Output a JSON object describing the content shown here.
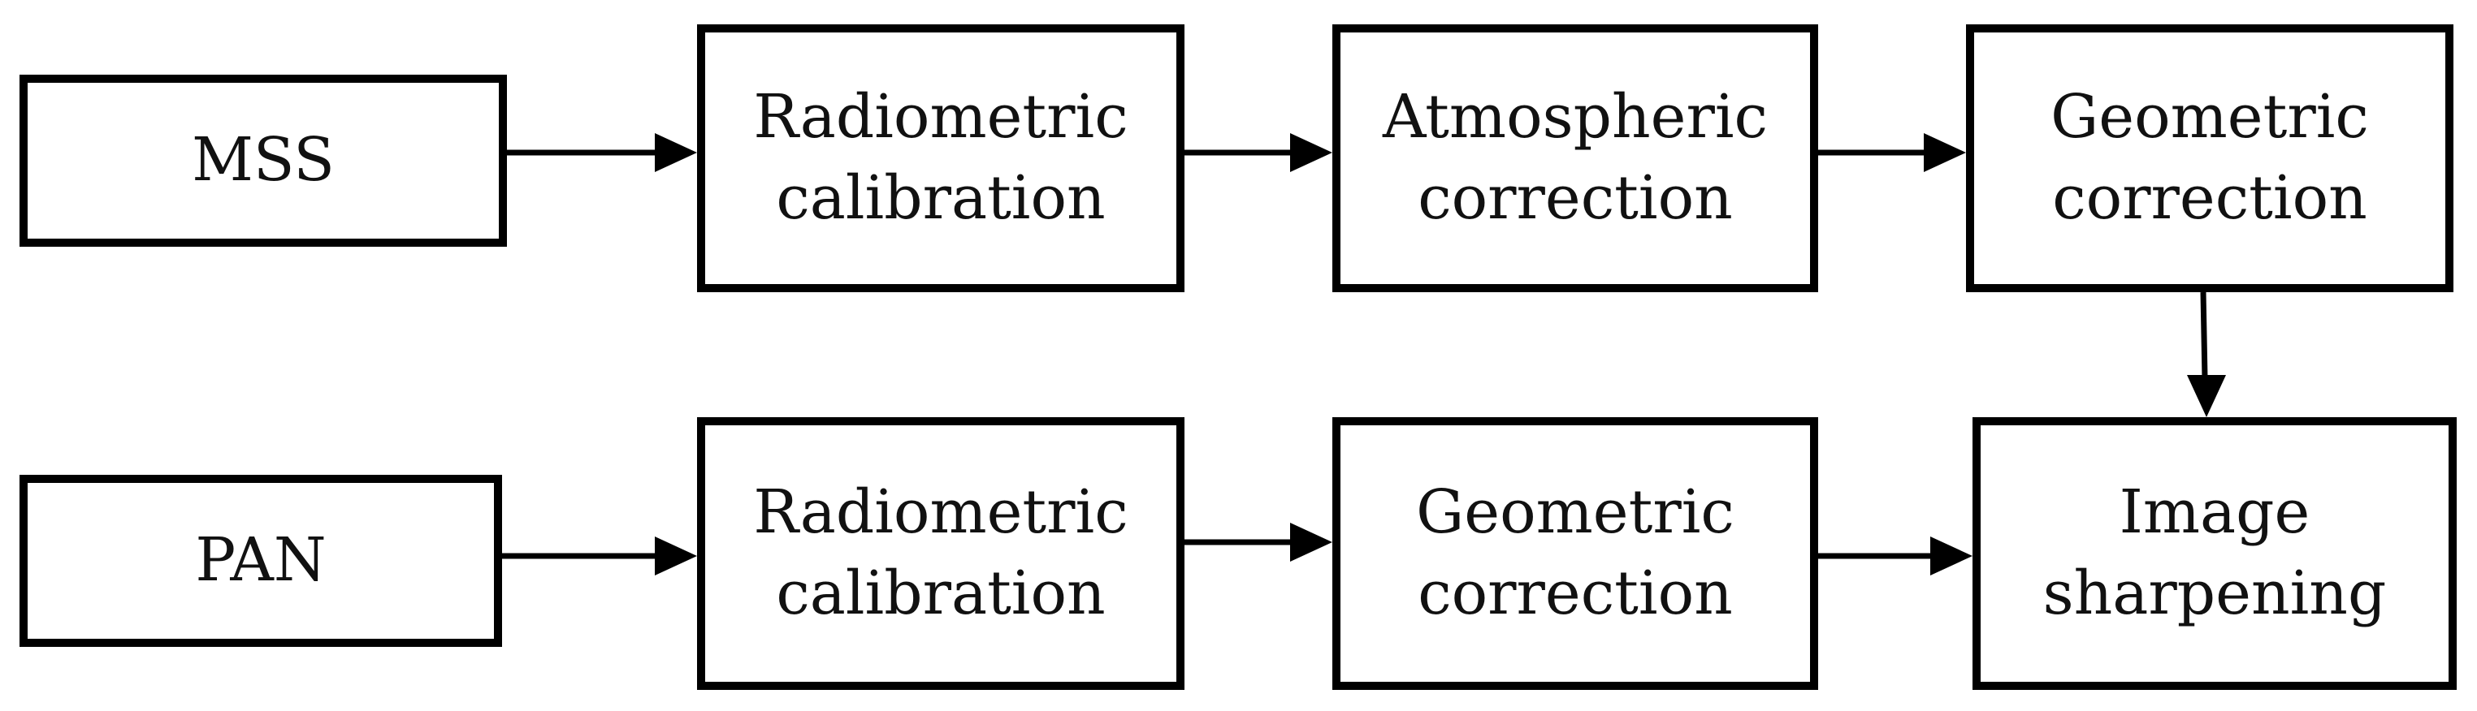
{
  "diagram": {
    "nodes": {
      "mss": "MSS",
      "mss_radiometric": "Radiometric\ncalibration",
      "mss_atmospheric": "Atmospheric\ncorrection",
      "mss_geometric": "Geometric\ncorrection",
      "pan": "PAN",
      "pan_radiometric": "Radiometric\ncalibration",
      "pan_geometric": "Geometric\ncorrection",
      "sharpening": "Image\nsharpening"
    },
    "edges": [
      {
        "from": "mss",
        "to": "mss_radiometric"
      },
      {
        "from": "mss_radiometric",
        "to": "mss_atmospheric"
      },
      {
        "from": "mss_atmospheric",
        "to": "mss_geometric"
      },
      {
        "from": "mss_geometric",
        "to": "sharpening"
      },
      {
        "from": "pan",
        "to": "pan_radiometric"
      },
      {
        "from": "pan_radiometric",
        "to": "pan_geometric"
      },
      {
        "from": "pan_geometric",
        "to": "sharpening"
      }
    ],
    "colors": {
      "stroke": "#000000",
      "text": "#111111",
      "background": "#ffffff"
    }
  }
}
